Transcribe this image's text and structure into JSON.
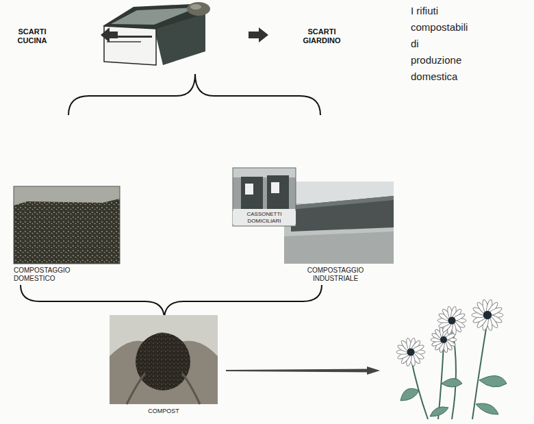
{
  "diagram": {
    "title": "I rifiuti compostabili di produzione domestica",
    "nodes": [
      {
        "text": [
          "COMPOSTAGGIO DOMESTICO"
        ]
      },
      {
        "text": [
          "CASSONETTI DOMICILIARI"
        ]
      },
      {
        "text": [
          "COMPOSTAGGIO INDUSTRIALE"
        ]
      },
      {
        "text": [
          "COMPOST"
        ]
      }
    ],
    "labels": [
      "SCARTI CUCINA",
      "SCARTI GIARDINO"
    ]
  }
}
